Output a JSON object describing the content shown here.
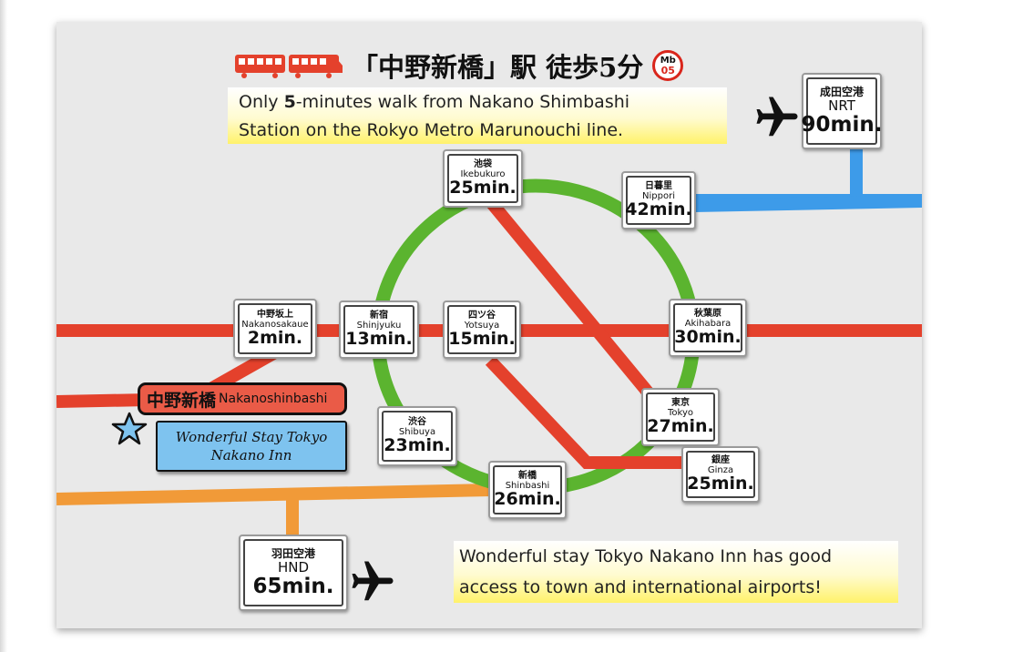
{
  "title": {
    "text": "「中野新橋」駅 徒歩5分",
    "badge_line1": "Mb",
    "badge_line2": "05"
  },
  "notes": {
    "top_line1_pre": "Only ",
    "top_line1_num": "5",
    "top_line1_post": "-minutes walk from Nakano Shimbashi",
    "top_line2": "Station on the Rokyo Metro Marunouchi line.",
    "bottom_line1": "Wonderful stay Tokyo Nakano Inn has good",
    "bottom_line2": "access to town and international airports!"
  },
  "origin_station": {
    "jp": "中野新橋",
    "en": "Nakanoshinbashi"
  },
  "hotel": {
    "line1": "Wonderful Stay Tokyo",
    "line2": "Nakano Inn"
  },
  "stations": [
    {
      "jp": "池袋",
      "en": "Ikebukuro",
      "time": "25min."
    },
    {
      "jp": "日暮里",
      "en": "Nippori",
      "time": "42min."
    },
    {
      "jp": "中野坂上",
      "en": "Nakanosakaue",
      "time": "2min."
    },
    {
      "jp": "新宿",
      "en": "Shinjyuku",
      "time": "13min."
    },
    {
      "jp": "四ツ谷",
      "en": "Yotsuya",
      "time": "15min."
    },
    {
      "jp": "秋葉原",
      "en": "Akihabara",
      "time": "30min."
    },
    {
      "jp": "東京",
      "en": "Tokyo",
      "time": "27min."
    },
    {
      "jp": "渋谷",
      "en": "Shibuya",
      "time": "23min."
    },
    {
      "jp": "新橋",
      "en": "Shinbashi",
      "time": "26min."
    },
    {
      "jp": "銀座",
      "en": "Ginza",
      "time": "25min."
    }
  ],
  "airports": [
    {
      "jp": "成田空港",
      "en": "NRT",
      "time": "90min."
    },
    {
      "jp": "羽田空港",
      "en": "HND",
      "time": "65min."
    }
  ],
  "colors": {
    "marunouchi_line": "#e4412c",
    "yamanote_line": "#5bb42f",
    "narita_access": "#3d9be9",
    "haneda_access": "#f19a38",
    "card_background": "#e9e9e9",
    "station_label": "#ea5b47",
    "hotel_label": "#7ec3ef"
  },
  "icons": [
    "train-icon",
    "airplane-icon",
    "star-icon"
  ]
}
